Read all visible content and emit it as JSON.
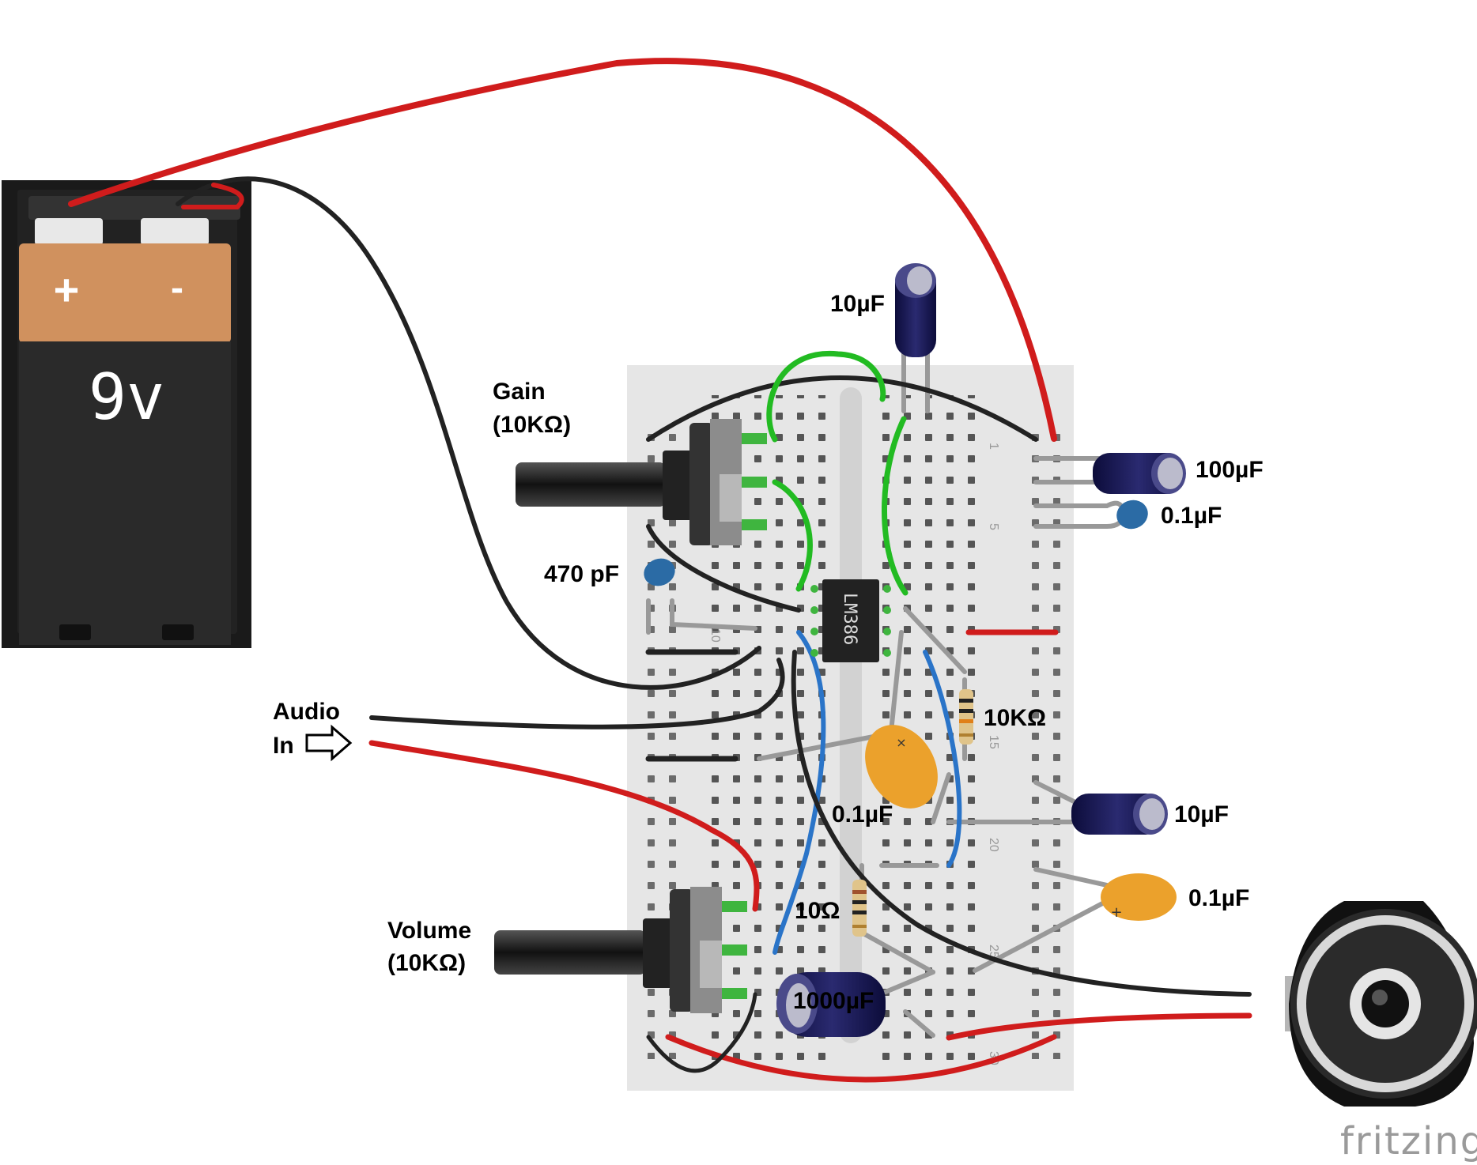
{
  "battery": {
    "plus": "+",
    "minus": "-",
    "voltage": "9v"
  },
  "chip": {
    "label": "LM386"
  },
  "labels": {
    "gain": [
      "Gain",
      "(10KΩ)"
    ],
    "volume": [
      "Volume",
      "(10KΩ)"
    ],
    "audio_in": [
      "Audio",
      "In"
    ],
    "cap_10uF_top": "10µF",
    "cap_100uF": "100µF",
    "cap_0_1uF_a": "0.1µF",
    "cap_470pF": "470 pF",
    "res_10k": "10KΩ",
    "cap_0_1uF_b": "0.1µF",
    "cap_10uF_right": "10µF",
    "cap_0_1uF_c": "0.1µF",
    "res_10": "10Ω",
    "cap_1000uF": "1000µF"
  },
  "breadboard_numbers": [
    "1",
    "5",
    "10",
    "15",
    "20",
    "25",
    "30"
  ],
  "brand": "fritzing",
  "colors": {
    "wire_red": "#d01c1c",
    "wire_black": "#222222",
    "wire_green": "#22bb22",
    "wire_blue": "#2a74c8",
    "breadboard": "#e6e6e6",
    "cap_tantalum": "#eba12c",
    "cap_electrolytic": "#1c1c5a",
    "battery_copper": "#d0915e"
  }
}
